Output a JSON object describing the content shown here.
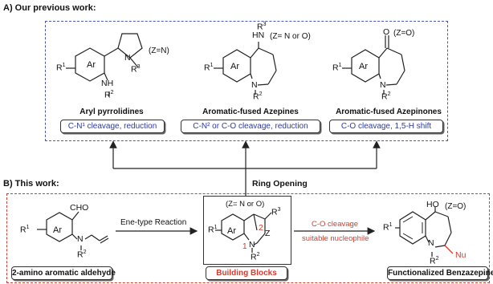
{
  "section_a": {
    "title": "A) Our previous work:"
  },
  "section_b": {
    "title": "B) This work:"
  },
  "ring_opening": "Ring Opening",
  "previous": [
    {
      "caption": "Aryl pyrrolidines",
      "pill": "C-N¹ cleavage, reduction",
      "z": "(Z=N)"
    },
    {
      "caption": "Aromatic-fused Azepines",
      "pill": "C-N² or C-O cleavage, reduction",
      "z": "(Z= N or O)"
    },
    {
      "caption": "Aromatic-fused Azepinones",
      "pill": "C-O cleavage, 1,5-H shift",
      "z": "(Z=O)"
    }
  ],
  "this_work": {
    "start_caption": "2-amino aromatic aldehyde",
    "reaction": "Ene-type Reaction",
    "bb_caption": "Building Blocks",
    "bb_z": "(Z= N or O)",
    "cleavage_label": "C-O cleavage",
    "nucleophile_label": "suitable nucleophile",
    "product_caption": "Functionalized Benzazepines",
    "product_z": "(Z=O)"
  },
  "atoms": {
    "ar": "Ar",
    "r1": "R",
    "r2": "R",
    "r3": "R",
    "sup1": "1",
    "sup2": "2",
    "sup3": "3",
    "n": "N",
    "nh": "NH",
    "hn": "HN",
    "o": "O",
    "cho": "CHO",
    "z": "Z",
    "ho": "HO",
    "nu": "Nu",
    "num1": "1",
    "num2": "2"
  }
}
